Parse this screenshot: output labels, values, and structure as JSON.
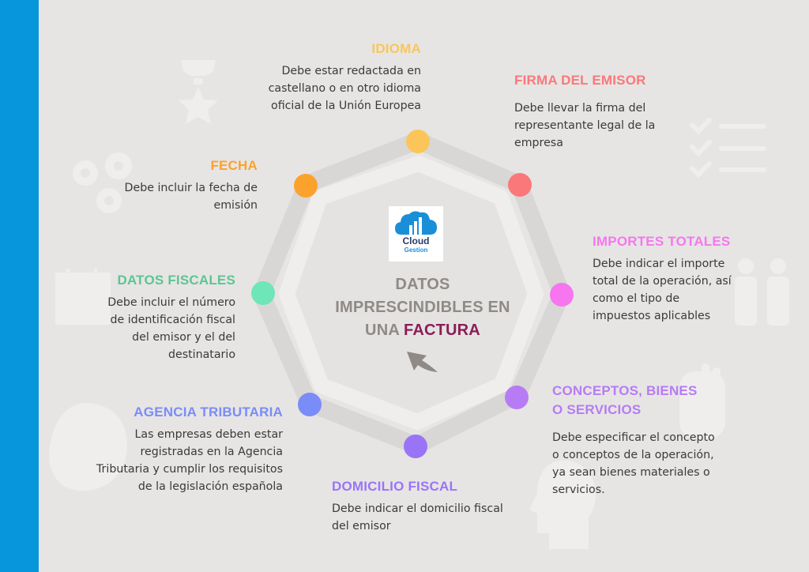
{
  "colors": {
    "left_bar": "#0795db",
    "background": "#e6e5e4",
    "octagon_outer": "#d8d7d6",
    "octagon_inner_ring": "#efeeed",
    "octagon_core": "#e4e3e2",
    "center_text": "#8f8a85",
    "center_accent": "#8c1d55",
    "idioma": "#fbc55a",
    "firma": "#fb787a",
    "importes": "#f776ef",
    "conceptos": "#b77bf5",
    "domicilio": "#9a74f7",
    "agencia": "#7a8cf8",
    "datos_fiscales": "#6ee6b7",
    "fecha": "#fba22c"
  },
  "center": {
    "logo": {
      "line1": "Cloud",
      "line2": "Gestion"
    },
    "title_line1": "DATOS",
    "title_line2": "IMPRESCINDIBLES EN",
    "title_line3_prefix": "UNA ",
    "title_line3_accent": "FACTURA"
  },
  "items": {
    "idioma": {
      "title": "IDIOMA",
      "lines": [
        "Debe estar redactada en",
        "castellano o en otro idioma",
        "oficial de la Unión Europea"
      ]
    },
    "firma": {
      "title": "FIRMA DEL EMISOR",
      "lines": [
        "Debe llevar la firma del",
        "representante legal de la",
        "empresa"
      ]
    },
    "importes": {
      "title": "IMPORTES TOTALES",
      "lines": [
        "Debe indicar el importe",
        "total de la operación, así",
        "como el tipo de",
        "impuestos aplicables"
      ]
    },
    "conceptos": {
      "title_line1": "CONCEPTOS, BIENES",
      "title_line2": "O SERVICIOS",
      "lines": [
        "Debe especificar el concepto",
        "o conceptos de la operación,",
        "ya sean bienes materiales o",
        "servicios."
      ]
    },
    "domicilio": {
      "title": "DOMICILIO FISCAL",
      "lines": [
        "Debe indicar el domicilio fiscal",
        "del emisor"
      ]
    },
    "agencia": {
      "title": "AGENCIA TRIBUTARIA",
      "lines": [
        "Las empresas deben estar",
        "registradas en la Agencia",
        "Tributaria y cumplir los requisitos",
        "de la legislación española"
      ]
    },
    "datos_fiscales": {
      "title": "DATOS FISCALES",
      "lines": [
        "Debe incluir el número",
        "de identificación fiscal",
        "del emisor y el del",
        "destinatario"
      ]
    },
    "fecha": {
      "title": "FECHA",
      "lines": [
        "Debe incluir la fecha de",
        "emisión"
      ]
    }
  }
}
